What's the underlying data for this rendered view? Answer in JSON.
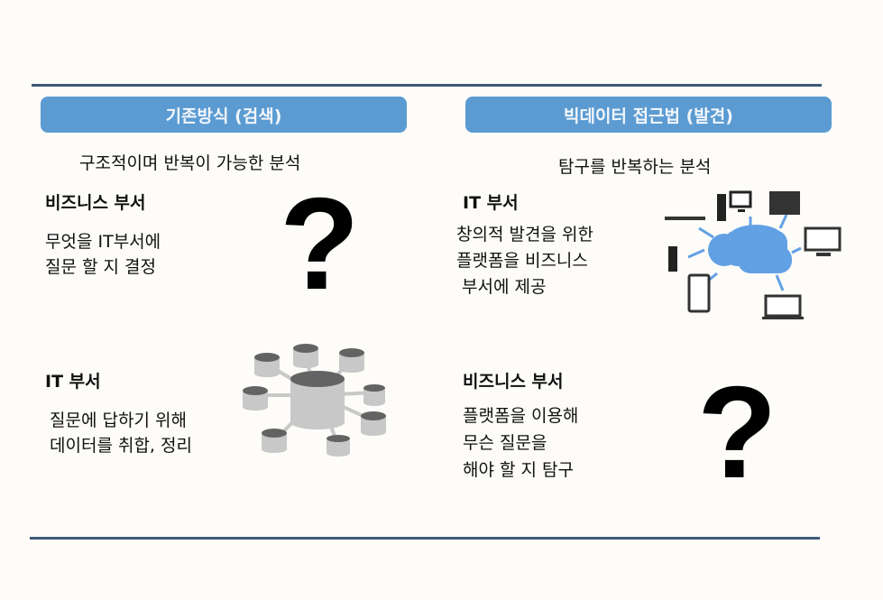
{
  "left": {
    "header": "기존방식 (검색)",
    "subtitle": "구조적이며 반복이 가능한 분석",
    "sections": [
      {
        "title": "비즈니스 부서",
        "lines": [
          "무엇을 IT부서에",
          "질문 할 지 결정"
        ],
        "icon": "question-mark"
      },
      {
        "title": "IT 부서",
        "lines": [
          "질문에 답하기 위해",
          "데이터를 취합, 정리"
        ],
        "icon": "database-network"
      }
    ]
  },
  "right": {
    "header": "빅데이터 접근법 (발견)",
    "subtitle": "탐구를 반복하는 분석",
    "sections": [
      {
        "title": "IT 부서",
        "lines": [
          "창의적 발견을 위한",
          "플랫폼을 비즈니스",
          " 부서에 제공"
        ],
        "icon": "cloud-network"
      },
      {
        "title": "비즈니스 부서",
        "lines": [
          "플랫폼을 이용해",
          "무슨 질문을",
          "해야 할 지 탐구"
        ],
        "icon": "question-mark"
      }
    ]
  },
  "glyphs": {
    "question": "?"
  },
  "colors": {
    "header_bg": "#5b9bd2",
    "rule": "#3f5876",
    "cloud": "#62a0e4",
    "db_light": "#c8c8c8",
    "db_dark": "#636363"
  }
}
